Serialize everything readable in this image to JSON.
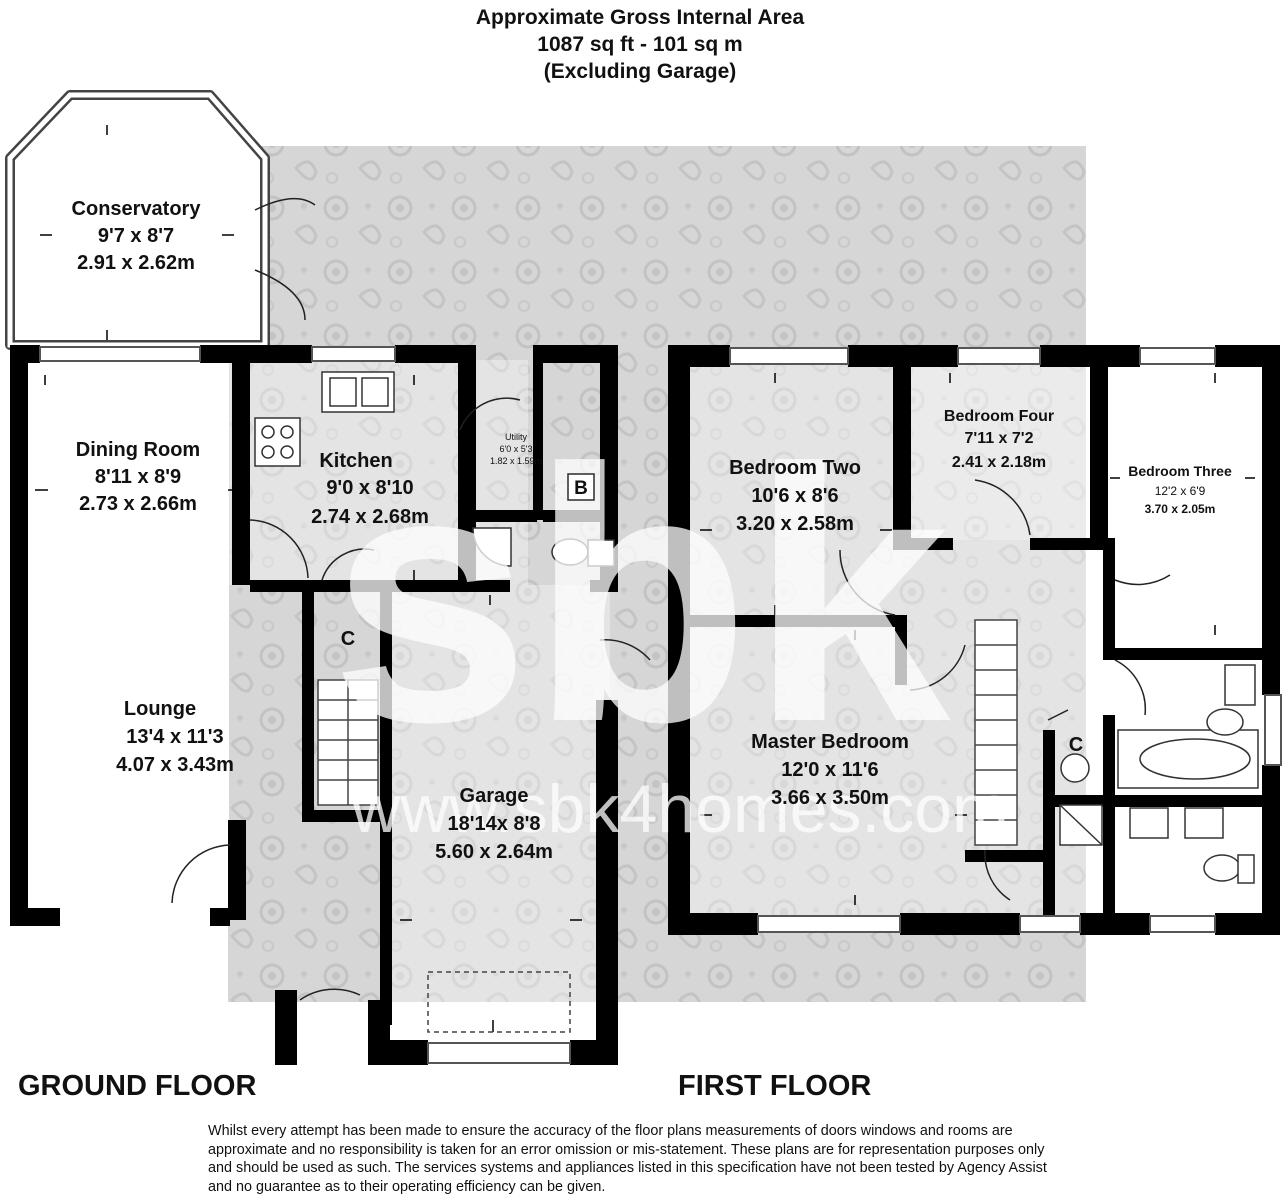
{
  "header": {
    "line1": "Approximate Gross Internal Area",
    "line2": "1087 sq ft - 101 sq m",
    "line3": "(Excluding Garage)"
  },
  "floors": {
    "ground": "GROUND FLOOR",
    "first": "FIRST FLOOR"
  },
  "rooms": {
    "conservatory": {
      "name": "Conservatory",
      "imperial": "9'7 x 8'7",
      "metric": "2.91 x 2.62m"
    },
    "dining_room": {
      "name": "Dining Room",
      "imperial": "8'11 x 8'9",
      "metric": "2.73 x 2.66m"
    },
    "kitchen": {
      "name": "Kitchen",
      "imperial": "9'0 x 8'10",
      "metric": "2.74 x 2.68m"
    },
    "utility": {
      "name": "Utility",
      "imperial": "6'0 x 5'3",
      "metric": "1.82 x 1.59m"
    },
    "lounge": {
      "name": "Lounge",
      "imperial": "13'4 x 11'3",
      "metric": "4.07 x 3.43m"
    },
    "garage": {
      "name": "Garage",
      "imperial": "18'14x 8'8",
      "metric": "5.60 x 2.64m"
    },
    "bedroom_two": {
      "name": "Bedroom Two",
      "imperial": "10'6 x 8'6",
      "metric": "3.20 x 2.58m"
    },
    "bedroom_four": {
      "name": "Bedroom Four",
      "imperial": "7'11 x 7'2",
      "metric": "2.41 x 2.18m"
    },
    "bedroom_three": {
      "name": "Bedroom Three",
      "imperial": "12'2 x 6'9",
      "metric": "3.70 x 2.05m"
    },
    "master_bedroom": {
      "name": "Master Bedroom",
      "imperial": "12'0 x 11'6",
      "metric": "3.66 x 3.50m"
    }
  },
  "labels": {
    "boiler": "B",
    "cupboard_ground": "C",
    "cupboard_first": "C"
  },
  "watermark": {
    "logo": "sbk",
    "url": "www.sbk4homes.com"
  },
  "colors": {
    "wall": "#000000",
    "pattern_bg": "#d4d4d4",
    "room_fill": "#ffffff"
  },
  "disclaimer": "Whilst every attempt has been made to ensure the accuracy of the floor plans measurements of doors windows and rooms are approximate and no responsibility is taken for an error omission or mis-statement. These plans are for representation purposes only and should be used as such. The services systems and appliances listed in this specification have not been tested by Agency Assist and no guarantee as to their operating efficiency can be given."
}
